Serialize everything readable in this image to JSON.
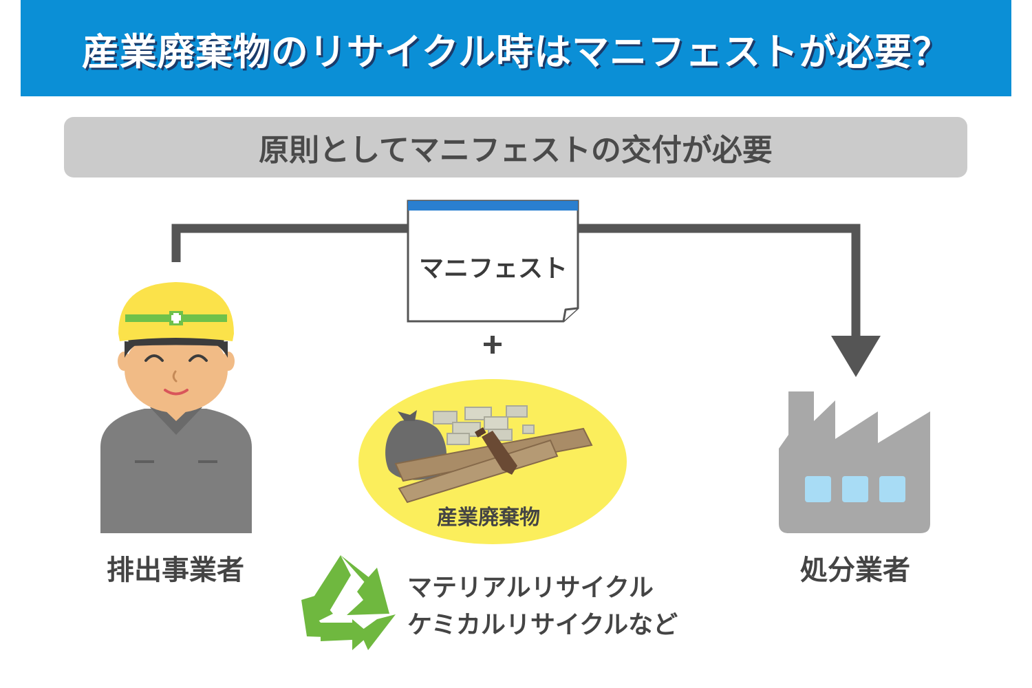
{
  "header": {
    "title": "産業廃棄物のリサイクル時はマニフェストが必要？"
  },
  "subheading": {
    "text": "原則としてマニフェストの交付が必要"
  },
  "manifest": {
    "label": "マニフェスト"
  },
  "plus_symbol": "+",
  "waste": {
    "label": "産業廃棄物"
  },
  "emitter": {
    "label": "排出事業者"
  },
  "disposer": {
    "label": "処分業者"
  },
  "recycling": {
    "lines": [
      "マテリアルリサイクル",
      "ケミカルリサイクルなど"
    ]
  },
  "colors": {
    "banner": "#0b8fd6",
    "subheading_bg": "#cbcbcb",
    "connector": "#555555",
    "document_stripe": "#2a7fd0",
    "waste_bg": "#fbee5c",
    "factory": "#a8a8a8",
    "factory_window": "#a8dcf5",
    "recycle": "#6fb83f",
    "helmet": "#fbe24a",
    "helmet_band": "#6fc14a"
  },
  "icons": [
    "worker-icon",
    "document-icon",
    "waste-pile-icon",
    "factory-icon",
    "recycle-icon",
    "arrow-down-icon"
  ]
}
